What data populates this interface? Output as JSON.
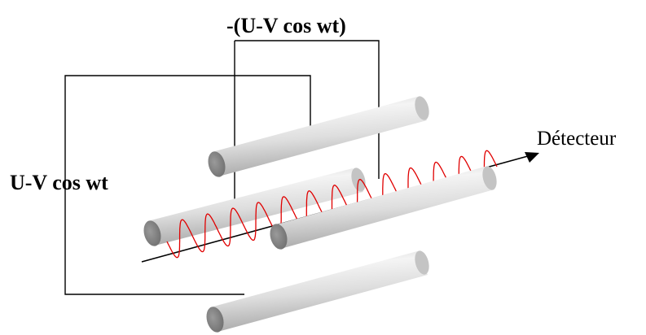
{
  "labels": {
    "top_voltage": "-(U-V cos wt)",
    "left_voltage": "U-V cos wt",
    "detector": "Détecteur"
  },
  "colors": {
    "rod_light": "#f2f2f2",
    "rod_mid": "#d9d9d9",
    "rod_dark": "#a6a6a6",
    "rod_end": "#808080",
    "wave": "#e00000",
    "wire": "#000000"
  },
  "components": {
    "rods": [
      "rod-top",
      "rod-middle-left",
      "rod-middle-right",
      "rod-bottom"
    ],
    "trajectory": "sinusoidal-ion-path",
    "axis": "arrow-to-detector"
  }
}
